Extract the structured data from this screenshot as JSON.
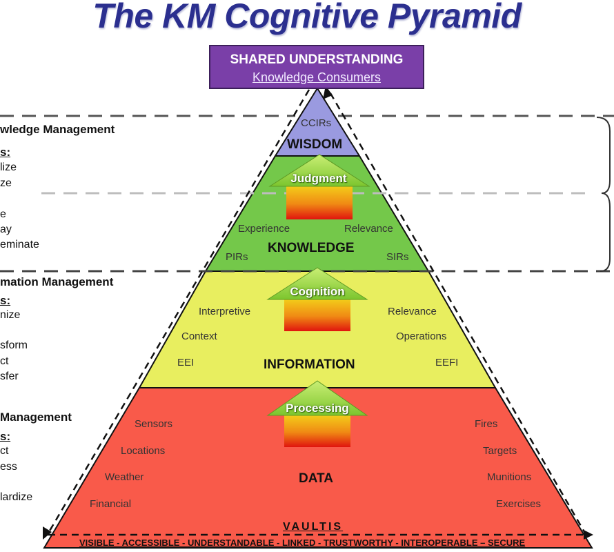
{
  "title": "The KM Cognitive Pyramid",
  "top_box": {
    "line1": "SHARED UNDERSTANDING",
    "line2": "Knowledge Consumers"
  },
  "levels": {
    "wisdom": {
      "label": "WISDOM",
      "note": "CCIRs",
      "color": "#9a9ae0"
    },
    "knowledge": {
      "label": "KNOWLEDGE",
      "left_top": "Experience",
      "right_top": "Relevance",
      "left_bottom": "PIRs",
      "right_bottom": "SIRs",
      "arrow": "Judgment",
      "color": "#74c84a"
    },
    "information": {
      "label": "INFORMATION",
      "left": [
        "Interpretive",
        "Context",
        "EEI"
      ],
      "right": [
        "Relevance",
        "Operations",
        "EEFI"
      ],
      "arrow": "Cognition",
      "color": "#e8ee5f"
    },
    "data": {
      "label": "DATA",
      "left": [
        "Sensors",
        "Locations",
        "Weather",
        "Financial"
      ],
      "right": [
        "Fires",
        "Targets",
        "Munitions",
        "Exercises"
      ],
      "arrow": "Processing",
      "color": "#f95a4a"
    }
  },
  "vaultis": {
    "title": "VAULTIS",
    "subtitle": "VISIBLE - ACCESSIBLE - UNDERSTANDABLE - LINKED - TRUSTWORTHY - INTEROPERABLE – SECURE"
  },
  "left_panel": {
    "knowledge_mgmt": {
      "heading": "wledge Management",
      "sub": "s:",
      "items": [
        "lize",
        "ze",
        "",
        "e",
        "ay",
        "eminate"
      ]
    },
    "information_mgmt": {
      "heading": "mation Management",
      "sub": "s:",
      "items": [
        "nize",
        "",
        "sform",
        "ct",
        "sfer"
      ]
    },
    "data_mgmt": {
      "heading": "Management",
      "sub": "s:",
      "items": [
        "ct",
        "ess",
        "",
        "lardize"
      ]
    }
  }
}
